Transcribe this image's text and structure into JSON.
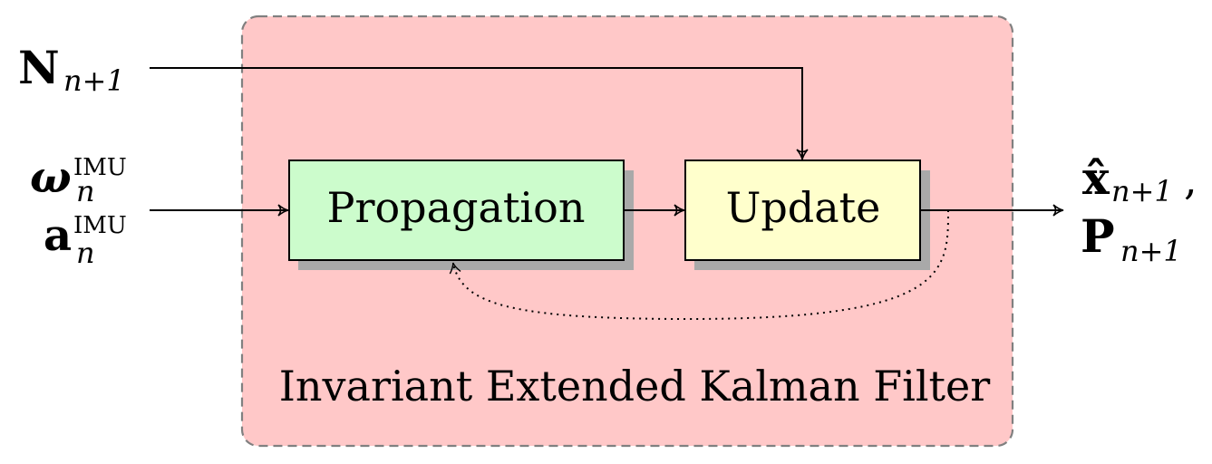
{
  "diagram": {
    "container": {
      "label": "Invariant Extended Kalman Filter",
      "fill": "#ffc8c8",
      "border": "#808080"
    },
    "blocks": {
      "propagation": {
        "label": "Propagation",
        "fill": "#ccfccc"
      },
      "update": {
        "label": "Update",
        "fill": "#ffffcc"
      }
    },
    "inputs": {
      "noise": {
        "symbol": "N",
        "subscript": "n+1"
      },
      "gyro": {
        "symbol": "ω",
        "superscript": "IMU",
        "subscript": "n"
      },
      "accel": {
        "symbol": "a",
        "superscript": "IMU",
        "subscript": "n"
      }
    },
    "outputs": {
      "state": {
        "symbol": "x̂",
        "subscript": "n+1",
        "suffix": ","
      },
      "covariance": {
        "symbol": "P",
        "subscript": "n+1"
      }
    },
    "colors": {
      "shadow": "#a9a9a9",
      "line": "#000000"
    }
  }
}
